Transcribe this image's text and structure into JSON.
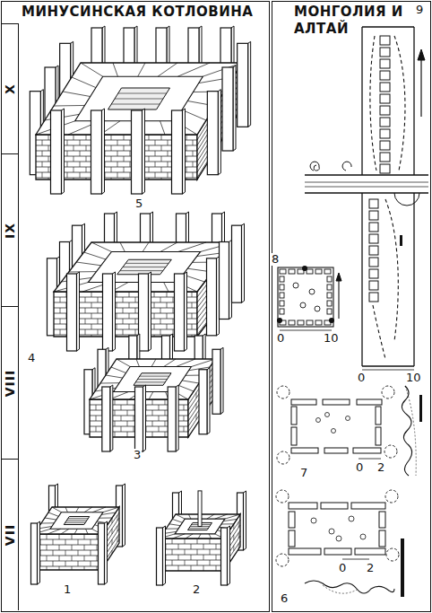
{
  "diagram": {
    "nodes": [
      {
        "text": [
          "МИНУСИНСКАЯ КОТЛОВИНА"
        ]
      },
      {
        "text": [
          "МОНГОЛИЯ И АЛТАЙ"
        ]
      },
      {
        "text": [
          "X"
        ],
        "in": 0
      },
      {
        "text": [
          "IX"
        ],
        "in": 0
      },
      {
        "text": [
          "VIII"
        ],
        "in": 0
      },
      {
        "text": [
          "VII"
        ],
        "in": 0
      }
    ],
    "labels": [
      "5",
      "4",
      "3",
      "1",
      "2",
      "9",
      "0",
      "10",
      "8",
      "0",
      "10",
      "7",
      "0",
      "2",
      "6",
      "0",
      "2"
    ]
  }
}
